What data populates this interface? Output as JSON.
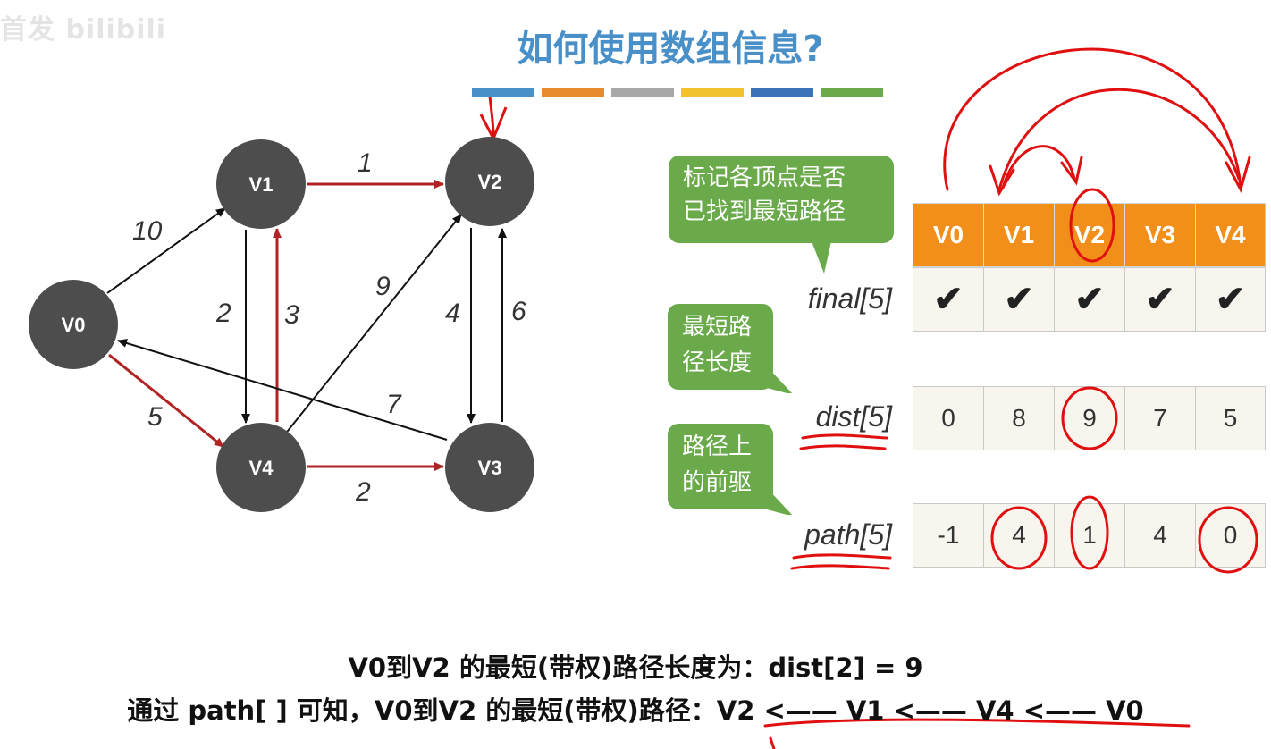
{
  "watermark": "首发   bilibili",
  "title": "如何使用数组信息?",
  "colorbar": [
    "#4a90c8",
    "#e88a2e",
    "#a8a8a8",
    "#f2c12e",
    "#3c72b8",
    "#6aaa4a"
  ],
  "graph": {
    "nodes": [
      {
        "id": "V0",
        "label": "V0"
      },
      {
        "id": "V1",
        "label": "V1"
      },
      {
        "id": "V2",
        "label": "V2"
      },
      {
        "id": "V3",
        "label": "V3"
      },
      {
        "id": "V4",
        "label": "V4"
      }
    ],
    "edges": [
      {
        "from": "V0",
        "to": "V1",
        "weight": "10",
        "highlight": false
      },
      {
        "from": "V0",
        "to": "V4",
        "weight": "5",
        "highlight": true
      },
      {
        "from": "V1",
        "to": "V2",
        "weight": "1",
        "highlight": true
      },
      {
        "from": "V1",
        "to": "V4",
        "weight": "2",
        "highlight": false
      },
      {
        "from": "V4",
        "to": "V1",
        "weight": "3",
        "highlight": true
      },
      {
        "from": "V4",
        "to": "V2",
        "weight": "9",
        "highlight": false
      },
      {
        "from": "V4",
        "to": "V3",
        "weight": "2",
        "highlight": true
      },
      {
        "from": "V2",
        "to": "V3",
        "weight": "4",
        "highlight": false
      },
      {
        "from": "V3",
        "to": "V2",
        "weight": "6",
        "highlight": false
      },
      {
        "from": "V3",
        "to": "V0",
        "weight": "7",
        "highlight": false
      }
    ]
  },
  "bubbles": {
    "final": "标记各顶点是否\n已找到最短路径",
    "dist": "最短路\n径长度",
    "path": "路径上\n的前驱"
  },
  "table": {
    "headers": [
      "V0",
      "V1",
      "V2",
      "V3",
      "V4"
    ],
    "final_label": "final[5]",
    "final": [
      "✔",
      "✔",
      "✔",
      "✔",
      "✔"
    ],
    "dist_label": "dist[5]",
    "dist": [
      "0",
      "8",
      "9",
      "7",
      "5"
    ],
    "path_label": "path[5]",
    "path": [
      "-1",
      "4",
      "1",
      "4",
      "0"
    ]
  },
  "summary": {
    "line1": "V0到V2 的最短(带权)路径长度为：dist[2] = 9",
    "line2": "通过 path[ ] 可知，V0到V2 的最短(带权)路径：V2 <—— V1 <—— V4 <—— V0"
  },
  "colors": {
    "node": "#4d4d4d",
    "highlight": "#b22222",
    "annotation": "#e01010",
    "header": "#f28f1b",
    "bubble": "#6aaa4a"
  }
}
